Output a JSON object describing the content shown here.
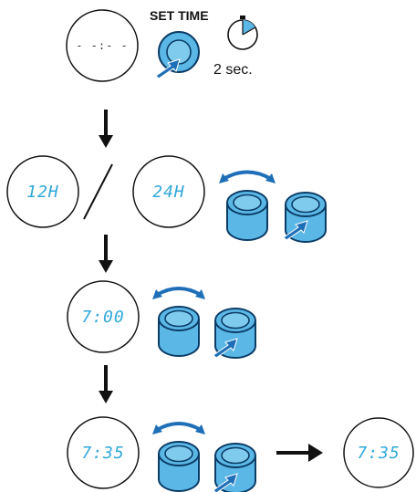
{
  "colors": {
    "knob_fill": "#5bb8e6",
    "knob_stroke": "#0b3c66",
    "rotate_arrow": "#1f6fb8",
    "lcd_text": "#2fa8da",
    "line": "#111111"
  },
  "step1": {
    "display": "- -:- -",
    "button_label": "SET TIME",
    "hold_duration": "2 sec.",
    "timer_icon": "stopwatch-icon"
  },
  "step2": {
    "option_12h": "12H",
    "option_24h": "24H",
    "knob_icon": "rotate-knob-icon",
    "press_icon": "press-knob-icon"
  },
  "step3": {
    "display": "7:00"
  },
  "step4": {
    "display": "7:35",
    "result_display": "7:35"
  }
}
